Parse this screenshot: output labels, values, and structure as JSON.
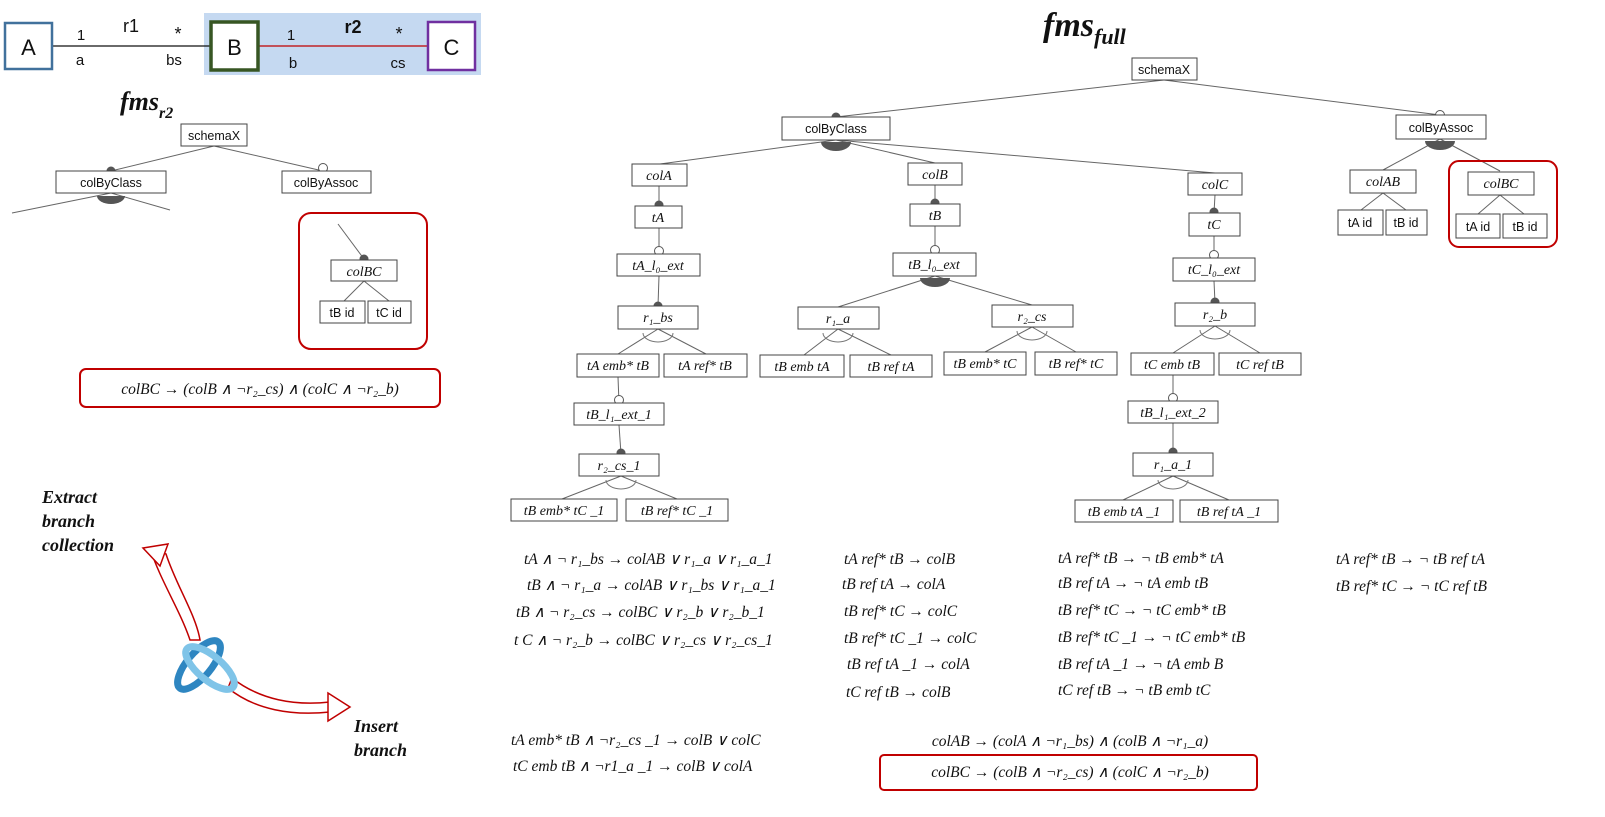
{
  "colors": {
    "class_a_border": "#41719c",
    "class_b_border": "#375623",
    "class_c_border": "#7030a0",
    "highlight_region": "#c5d9f1",
    "red_accent": "#c00000",
    "icon_blue": "#2e86c1"
  },
  "uml": {
    "classes": {
      "a": "A",
      "b": "B",
      "c": "C"
    },
    "r1": {
      "name": "r1",
      "left_mult": "1",
      "right_mult": "*",
      "left_role": "a",
      "right_role": "bs"
    },
    "r2": {
      "name": "r2",
      "left_mult": "1",
      "right_mult": "*",
      "left_role": "b",
      "right_role": "cs"
    }
  },
  "fms_r2": {
    "title_main": "fms",
    "title_sub": "r2",
    "nodes": {
      "schemaX": "schemaX",
      "colByClass": "colByClass",
      "colByAssoc": "colByAssoc",
      "colBC": "colBC",
      "tB_id": "tB id",
      "tC_id": "tC id"
    },
    "rule": "colBC → (colB ∧ ¬r₂_cs) ∧ (colC ∧ ¬r₂_b)"
  },
  "fms_full": {
    "title_main": "fms",
    "title_sub": "full",
    "nodes": {
      "schemaX": "schemaX",
      "colByClass": "colByClass",
      "colByAssoc": "colByAssoc",
      "colA": "colA",
      "colB": "colB",
      "colC": "colC",
      "colAB": "colAB",
      "colBC": "colBC",
      "ab_tA_id": "tA id",
      "ab_tB_id": "tB id",
      "bc_tA_id": "tA id",
      "bc_tB_id": "tB id",
      "tA": "tA",
      "tB": "tB",
      "tC": "tC",
      "tA_l0_ext": "tA_l₀_ext",
      "tB_l0_ext": "tB_l₀_ext",
      "tC_l0_ext": "tC_l₀_ext",
      "r1_bs": "r₁_bs",
      "r1_a": "r₁_a",
      "r2_cs": "r₂_cs",
      "r2_b": "r₂_b",
      "tA_emb_tB": "tA emb* tB",
      "tA_ref_tB": "tA  ref* tB",
      "tB_emb_tA": "tB emb tA",
      "tB_ref_tA": "tB ref tA",
      "tB_emb_tC": "tB emb* tC",
      "tB_ref_tC": "tB ref* tC",
      "tC_emb_tB": "tC  emb  tB",
      "tC_ref_tB": "tC  ref  tB",
      "tB_l1_ext_1": "tB_l₁_ext_1",
      "tB_l1_ext_2": "tB_l₁_ext_2",
      "r2_cs_1": "r₂_cs_1",
      "r1_a_1": "r₁_a_1",
      "tB_emb_tC_1": "tB emb* tC _1",
      "tB_ref_tC_1": "tB  ref* tC _1",
      "tB_emb_tA_1": "tB emb tA _1",
      "tB_ref_tA_1": "tB ref tA _1"
    }
  },
  "rules": {
    "col1": [
      "tA ∧ ¬ r₁_bs → colAB ∨ r₁_a ∨ r₁_a_1",
      "tB ∧ ¬ r₁_a → colAB ∨ r₁_bs ∨ r₁_a_1",
      "tB ∧ ¬ r₂_cs → colBC ∨ r₂_b ∨ r₂_b_1",
      "t C ∧ ¬ r₂_b → colBC ∨ r₂_cs ∨ r₂_cs_1"
    ],
    "col2": [
      "tA  ref* tB      →  colB",
      "tB  ref   tA      →  colA",
      "tB  ref* tC      →  colC",
      "tB  ref* tC _1  →  colC",
      "tB  ref   tA _1 →  colA",
      "tC  ref   tB      →  colB"
    ],
    "col3": [
      "tA  ref* tB       →  ¬ tB emb* tA",
      "tB  ref   tA       →  ¬ tA  emb  tB",
      "tB  ref* tC       →  ¬ tC emb* tB",
      "tB  ref* tC _1   →  ¬ tC emb* tB",
      "tB ref  tA _1    →  ¬ tA  emb  B",
      "tC  ref   tB       →  ¬ tB  emb  tC"
    ],
    "col4": [
      "tA  ref* tB  →  ¬ tB  ref  tA",
      "tB  ref* tC  →  ¬ tC  ref  tB"
    ],
    "bottom_left": [
      "tA emb* tB  ∧ ¬r₂_cs _1 → colB  ∨ colC",
      "tC emb  tB  ∧  ¬r1_a _1 → colB ∨ colA"
    ],
    "bottom_mid": [
      "colAB → (colA  ∧  ¬r₁_bs) ∧ (colB  ∧  ¬r₁_a)",
      "colBC → (colB  ∧  ¬r₂_cs) ∧ (colC  ∧  ¬r₂_b)"
    ]
  },
  "side": {
    "extract_lines": [
      "Extract",
      "branch",
      "collection"
    ],
    "insert_lines": [
      "Insert",
      "branch"
    ],
    "icon": "link-icon"
  }
}
